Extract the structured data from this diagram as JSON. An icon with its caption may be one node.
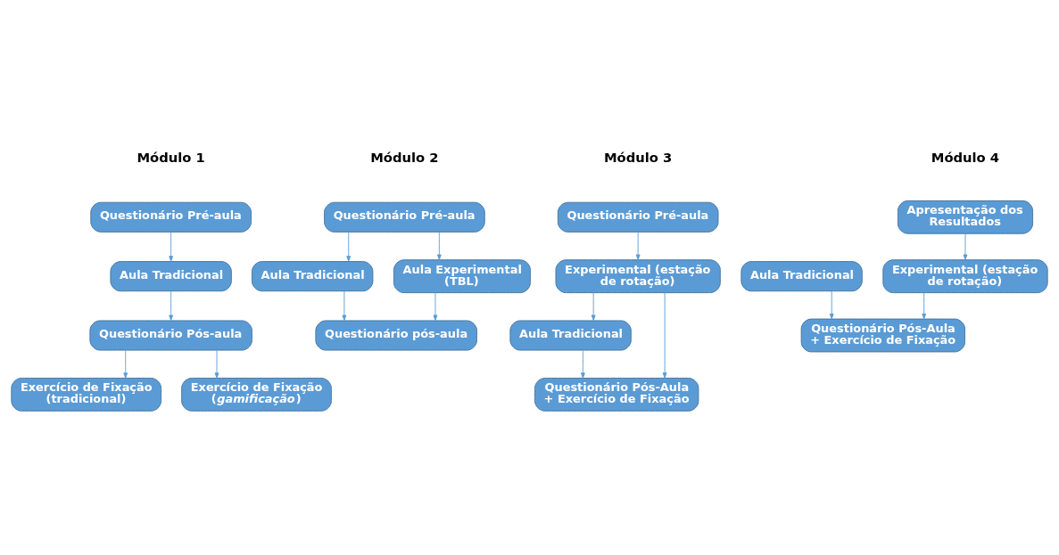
{
  "diagram": {
    "nodes": [
      {
        "text": [
          "Questionário Pré-aula"
        ]
      },
      {
        "text": [
          "Aula Tradicional"
        ]
      },
      {
        "text": [
          "Questionário Pós-aula"
        ]
      },
      {
        "text": [
          "Exercício de Fixação (tradicional)"
        ]
      },
      {
        "text": [
          "Exercício de Fixação (*gamificação*)"
        ]
      },
      {
        "text": [
          "Questionário Pré-aula"
        ]
      },
      {
        "text": [
          "Aula Tradicional"
        ]
      },
      {
        "text": [
          "Aula Experimental (TBL)"
        ]
      },
      {
        "text": [
          "Questionário pós-aula"
        ]
      },
      {
        "text": [
          "Questionário Pré-aula"
        ]
      },
      {
        "text": [
          "Experimental (estação de rotação)"
        ]
      },
      {
        "text": [
          "Aula Tradicional"
        ]
      },
      {
        "text": [
          "Questionário Pós-Aula + Exercício de Fixação"
        ]
      },
      {
        "text": [
          "Apresentação dos Resultados"
        ]
      },
      {
        "text": [
          "Experimental (estação de rotação)"
        ]
      },
      {
        "text": [
          "Aula Tradicional"
        ]
      },
      {
        "text": [
          "Questionário Pós-Aula + Exercício de Fixação"
        ]
      }
    ],
    "edges": [
      {
        "from": 0,
        "to": 1,
        "arrow": "to"
      },
      {
        "from": 1,
        "to": 2,
        "arrow": "to"
      },
      {
        "from": 2,
        "to": 3,
        "arrow": "to"
      },
      {
        "from": 2,
        "to": 4,
        "arrow": "to"
      },
      {
        "from": 5,
        "to": 6,
        "arrow": "to"
      },
      {
        "from": 5,
        "to": 7,
        "arrow": "to"
      },
      {
        "from": 6,
        "to": 8,
        "arrow": "to"
      },
      {
        "from": 7,
        "to": 8,
        "arrow": "to"
      },
      {
        "from": 9,
        "to": 10,
        "arrow": "to"
      },
      {
        "from": 10,
        "to": 11,
        "arrow": "to"
      },
      {
        "from": 10,
        "to": 12,
        "arrow": "to"
      },
      {
        "from": 11,
        "to": 12,
        "arrow": "to"
      },
      {
        "from": 13,
        "to": 14,
        "arrow": "to"
      },
      {
        "from": 14,
        "to": 16,
        "arrow": "to"
      },
      {
        "from": 15,
        "to": 16,
        "arrow": "to"
      }
    ],
    "labels": [
      "Módulo 1",
      "Módulo 2",
      "Módulo 3",
      "Módulo 4"
    ]
  }
}
